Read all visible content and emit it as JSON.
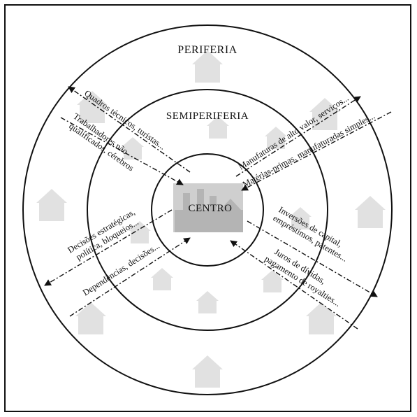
{
  "labels": {
    "periferia": "PERIFERIA",
    "semiperiferia": "SEMIPERIFERIA",
    "centro": "CENTRO"
  },
  "flows": {
    "quadros": "Quadros técnicos, turistas...",
    "trabalhadores_1": "Trabalhadores não",
    "trabalhadores_2": "qualificados, cérebros",
    "manufaturas": "Manufaturas de alto valor, serviços...",
    "materias": "Matérias-primas, manufaturadas simples...",
    "decisoes_1": "Decisões estratégicas,",
    "decisoes_2": "política, bloqueios...",
    "dependencias": "Dependências, decisões...",
    "inversoes_1": "Inversões de capital,",
    "inversoes_2": "empréstimos, patentes...",
    "juros_1": "Juros de dívidas,",
    "juros_2": "pagamento de royalties..."
  },
  "colors": {
    "ink": "#111111",
    "house": "#d9d9d9",
    "centro_fill": "#c8c8c8",
    "factory": "#a6a6a6"
  }
}
